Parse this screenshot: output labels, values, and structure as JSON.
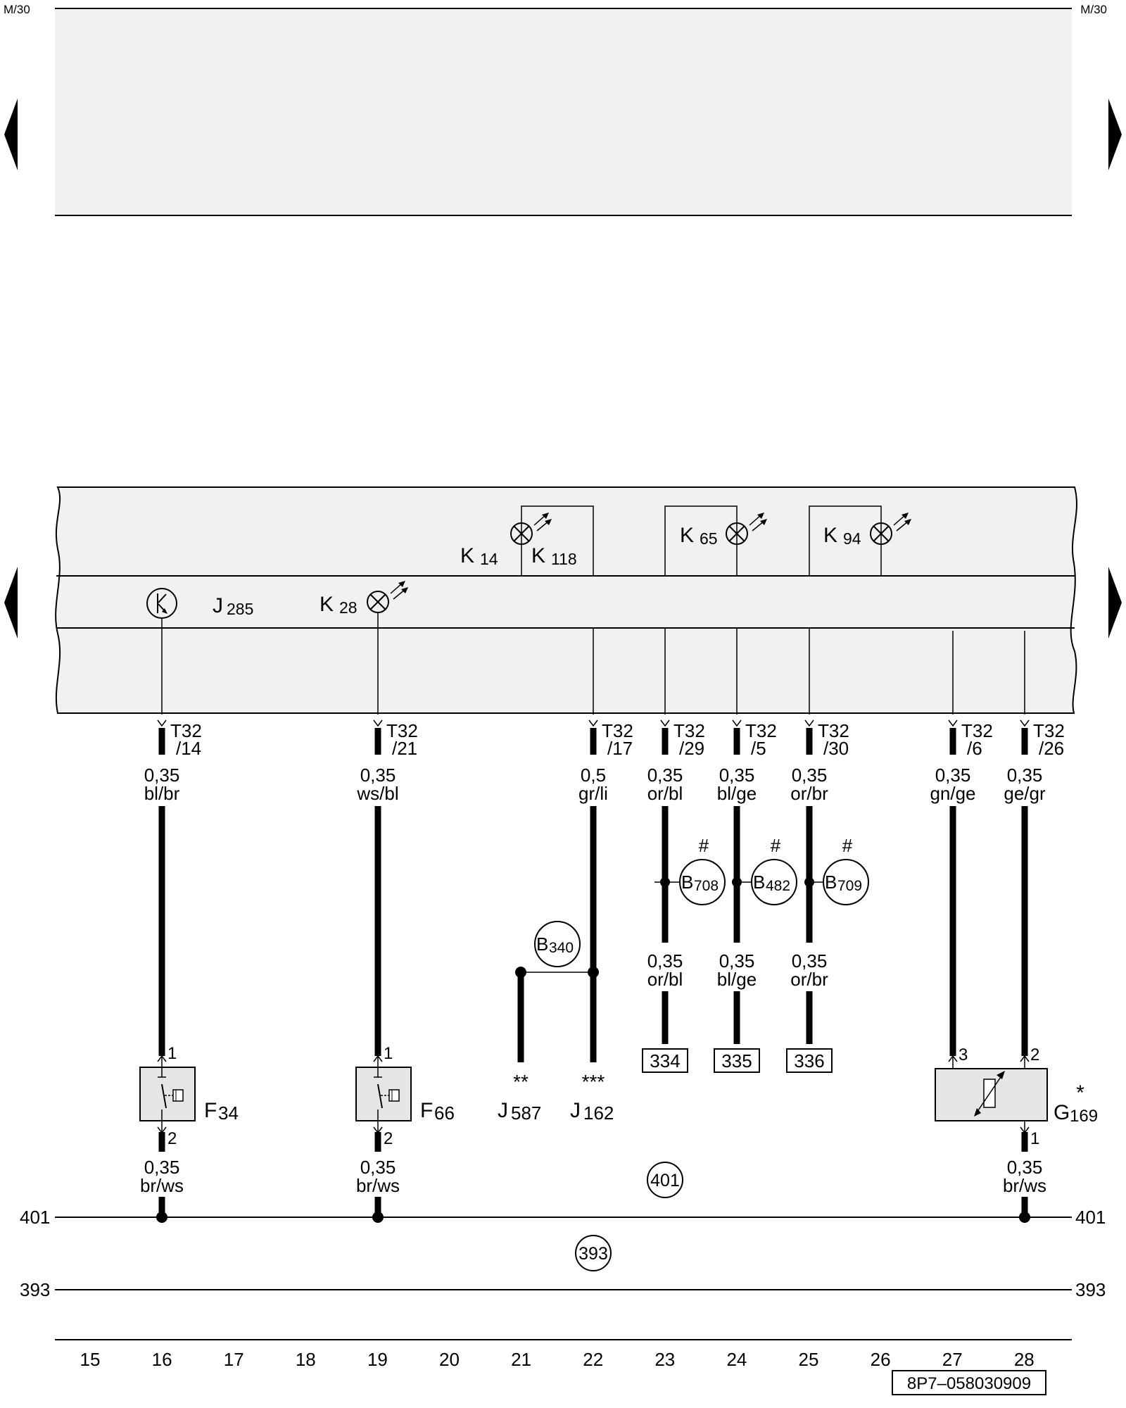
{
  "corner_labels": {
    "left": "M/30",
    "right": "M/30"
  },
  "colors": {
    "panel_fill": "#f1f1f1",
    "ink": "#000000"
  },
  "components": {
    "j285": {
      "letter": "J",
      "number": "285"
    },
    "k28": {
      "letter": "K",
      "number": "28"
    },
    "k14": {
      "letter": "K",
      "number": "14"
    },
    "k118": {
      "letter": "K",
      "number": "118"
    },
    "k65": {
      "letter": "K",
      "number": "65"
    },
    "k94": {
      "letter": "K",
      "number": "94"
    },
    "f34": {
      "letter": "F",
      "number": "34"
    },
    "f66": {
      "letter": "F",
      "number": "66"
    },
    "j587": {
      "letter": "J",
      "number": "587",
      "mark": "**"
    },
    "j162": {
      "letter": "J",
      "number": "162",
      "mark": "***"
    },
    "g169": {
      "letter": "G",
      "number": "169",
      "mark": "*"
    }
  },
  "connectors": {
    "c14": {
      "line1": "T32",
      "line2": "/14"
    },
    "c21": {
      "line1": "T32",
      "line2": "/21"
    },
    "c17": {
      "line1": "T32",
      "line2": "/17"
    },
    "c29": {
      "line1": "T32",
      "line2": "/29"
    },
    "c5": {
      "line1": "T32",
      "line2": "/5"
    },
    "c30": {
      "line1": "T32",
      "line2": "/30"
    },
    "c6": {
      "line1": "T32",
      "line2": "/6"
    },
    "c26": {
      "line1": "T32",
      "line2": "/26"
    }
  },
  "wires": {
    "w16_top": {
      "size": "0,35",
      "color": "bl/br"
    },
    "w19_top": {
      "size": "0,35",
      "color": "ws/bl"
    },
    "w22_top": {
      "size": "0,5",
      "color": "gr/li"
    },
    "w23_top": {
      "size": "0,35",
      "color": "or/bl"
    },
    "w24_top": {
      "size": "0,35",
      "color": "bl/ge"
    },
    "w25_top": {
      "size": "0,35",
      "color": "or/br"
    },
    "w27_top": {
      "size": "0,35",
      "color": "gn/ge"
    },
    "w28_top": {
      "size": "0,35",
      "color": "ge/gr"
    },
    "w23_bot": {
      "size": "0,35",
      "color": "or/bl"
    },
    "w24_bot": {
      "size": "0,35",
      "color": "bl/ge"
    },
    "w25_bot": {
      "size": "0,35",
      "color": "or/br"
    },
    "w16_bot": {
      "size": "0,35",
      "color": "br/ws"
    },
    "w19_bot": {
      "size": "0,35",
      "color": "br/ws"
    },
    "w28_bot": {
      "size": "0,35",
      "color": "br/ws"
    }
  },
  "splices": {
    "b708": {
      "letter": "B",
      "number": "708",
      "mark": "#"
    },
    "b482": {
      "letter": "B",
      "number": "482",
      "mark": "#"
    },
    "b709": {
      "letter": "B",
      "number": "709",
      "mark": "#"
    },
    "b340": {
      "letter": "B",
      "number": "340"
    }
  },
  "pins": {
    "f34_1": "1",
    "f34_2": "2",
    "f66_1": "1",
    "f66_2": "2",
    "g169_3": "3",
    "g169_2": "2",
    "g169_1": "1"
  },
  "refs": {
    "r334": "334",
    "r335": "335",
    "r336": "336"
  },
  "buses": {
    "bus401": {
      "label": "401",
      "circle": "401"
    },
    "bus393": {
      "label": "393",
      "circle": "393"
    }
  },
  "tracks": [
    "15",
    "16",
    "17",
    "18",
    "19",
    "20",
    "21",
    "22",
    "23",
    "24",
    "25",
    "26",
    "27",
    "28"
  ],
  "drawing_number": "8P7–058030909"
}
